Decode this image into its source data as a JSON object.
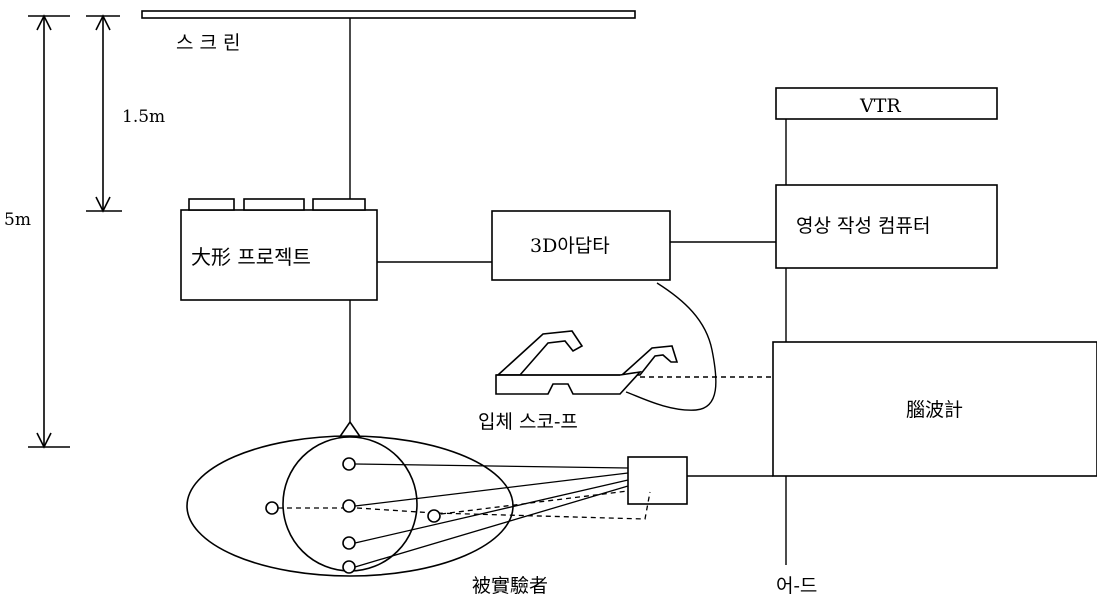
{
  "labels": {
    "screen": "스 크 린",
    "distance_upper": "1.5m",
    "distance_total": "5m",
    "projector": "大形 프로젝트",
    "adapter": "3D아답타",
    "vtr": "VTR",
    "image_computer": "영상 작성 컴퓨터",
    "eeg": "腦波計",
    "stereoscope": "입체 스코-프",
    "subject": "被實驗者",
    "ground": "어-드"
  },
  "colors": {
    "line": "#000000",
    "background": "#ffffff"
  }
}
